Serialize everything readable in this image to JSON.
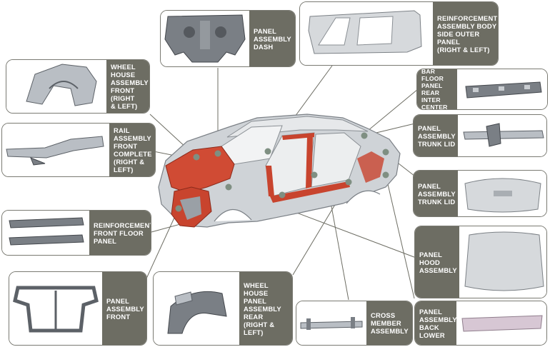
{
  "labels": {
    "panel_assembly_dash": "PANEL\nASSEMBLY\nDASH",
    "reinforcement_body_side_outer": "REINFORCEMENT\nASSEMBLY BODY\nSIDE OUTER\nPANEL\n(RIGHT & LEFT)",
    "wheel_house_front": "WHEEL\nHOUSE\nASSEMBLY\nFRONT\n(RIGHT\n& LEFT)",
    "bar_floor_panel": "BAR FLOOR\nPANEL\nREAR\nINTER\nCENTER",
    "rail_assembly_front": "RAIL\nASSEMBLY\nFRONT\nCOMPLETE\n(RIGHT &\nLEFT)",
    "panel_trunk_lid_1": "PANEL\nASSEMBLY\nTRUNK LID",
    "panel_trunk_lid_2": "PANEL\nASSEMBLY\nTRUNK LID",
    "reinforcement_front_floor": "REINFORCEMENT\nFRONT FLOOR\nPANEL",
    "panel_hood": "PANEL\nHOOD\nASSEMBLY",
    "panel_assembly_front": "PANEL\nASSEMBLY\nFRONT",
    "wheel_house_rear": "WHEEL\nHOUSE\nPANEL\nASSEMBLY\nREAR\n(RIGHT & LEFT)",
    "cross_member": "CROSS\nMEMBER\nASSEMBLY",
    "panel_back_lower": "PANEL\nASSEMBLY\nBACK\nLOWER"
  },
  "colors": {
    "label_bg": "#6d6d63",
    "label_text": "#ffffff",
    "body_red": "#c8442e",
    "body_silver": "#c9cdd1"
  }
}
